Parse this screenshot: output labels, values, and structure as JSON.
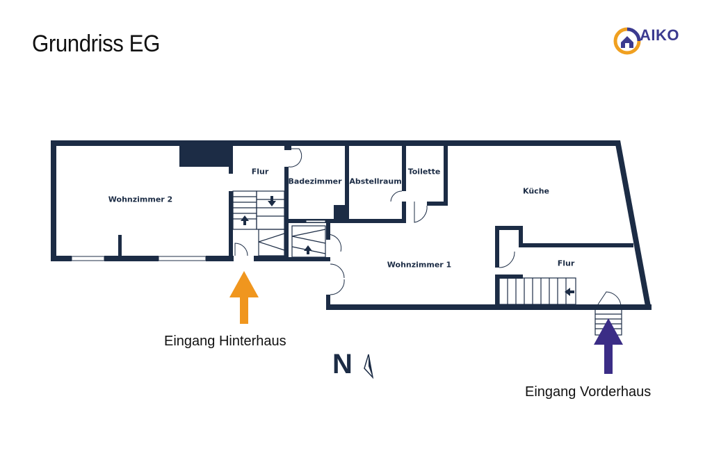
{
  "title": "Grundriss EG",
  "logo": {
    "text": "AIKO",
    "colors": {
      "ring_orange": "#f0a020",
      "ring_blue": "#3b3a8f"
    }
  },
  "rooms": {
    "wohnzimmer2": "Wohnzimmer 2",
    "flur_oben": "Flur",
    "badezimmer": "Badezimmer",
    "abstellraum": "Abstellraum",
    "toilette": "Toilette",
    "kueche": "Küche",
    "wohnzimmer1": "Wohnzimmer 1",
    "flur_rechts": "Flur"
  },
  "entrances": {
    "hinterhaus": "Eingang Hinterhaus",
    "vorderhaus": "Eingang Vorderhaus"
  },
  "compass": {
    "letter": "N",
    "icon": "north-arrow-icon"
  },
  "colors": {
    "wall": "#1c2c45",
    "arrow_hinterhaus": "#f0961e",
    "arrow_vorderhaus": "#3b2d86"
  }
}
